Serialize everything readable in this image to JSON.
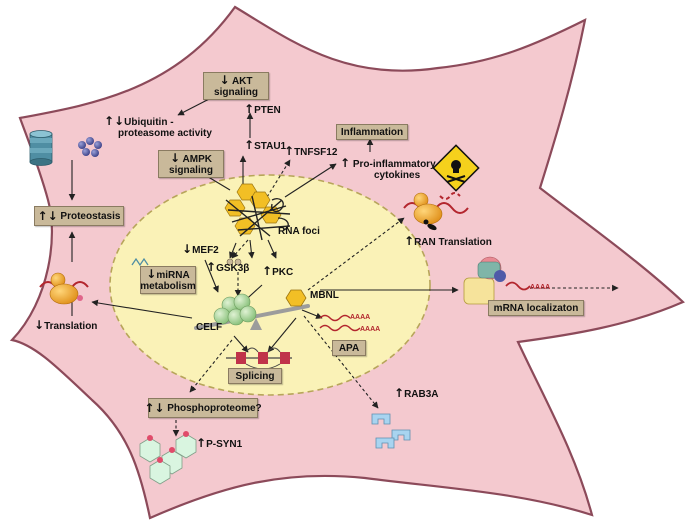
{
  "boxes": {
    "akt_arrow": "↓",
    "akt_line1": "AKT",
    "akt_line2": "signaling",
    "ampk_arrow": "↓",
    "ampk_line1": "AMPK",
    "ampk_line2": "signaling",
    "inflammation": "Inflammation",
    "proteostasis_arrow": "↑↓",
    "proteostasis": "Proteostasis",
    "mirna_arrow": "↓",
    "mirna_line1": "miRNA",
    "mirna_line2": "metabolism",
    "splicing": "Splicing",
    "apa": "APA",
    "phospho_arrow": "↑↓",
    "phospho": "Phosphoproteome?",
    "mrna_loc": "mRNA localizaton"
  },
  "labels": {
    "ups_arrow": "↑↓",
    "ups_line1": "Ubiquitin -",
    "ups_line2": "proteasome activity",
    "pten_arrow": "↑",
    "pten": "PTEN",
    "stau1_arrow": "↑",
    "stau1": "STAU1",
    "tnfsf12_arrow": "↑",
    "tnfsf12": "TNFSF12",
    "cyto_arrow": "↑",
    "cyto_line1": "Pro-inflammatory",
    "cyto_line2": "cytokines",
    "ran_arrow": "↑",
    "ran": "RAN Translation",
    "rnafoci": "RNA foci",
    "mef2_arrow": "↓",
    "mef2": "MEF2",
    "gsk_arrow": "↑",
    "gsk": "GSK3β",
    "pkc_arrow": "↑",
    "pkc": "PKC",
    "mbnl": "MBNL",
    "celf": "CELF",
    "translation_arrow": "↓",
    "translation": "Translation",
    "rab3a_arrow": "↑",
    "rab3a": "RAB3A",
    "psyn_arrow": "↑",
    "psyn": "P-SYN1",
    "polya_1": "AAAA",
    "polya_2": "AAAA",
    "polya_3": "AAAA"
  },
  "colors": {
    "cell_fill": "#f4c9cf",
    "cell_stroke": "#8c4a5a",
    "nucleus_fill": "#faf2b7",
    "nucleus_stroke": "#b7a55a",
    "box_fill": "#c9b99a",
    "ribosome": "#f0a724",
    "celf": "#a7d49c",
    "mbnl": "#f2bf25",
    "proteasome": "#4f8ea3",
    "rna": "#b3262e",
    "toxic_sign": "#f5d11c",
    "rab3a": "#a8d4f0",
    "syn1": "#d9f5e0"
  }
}
